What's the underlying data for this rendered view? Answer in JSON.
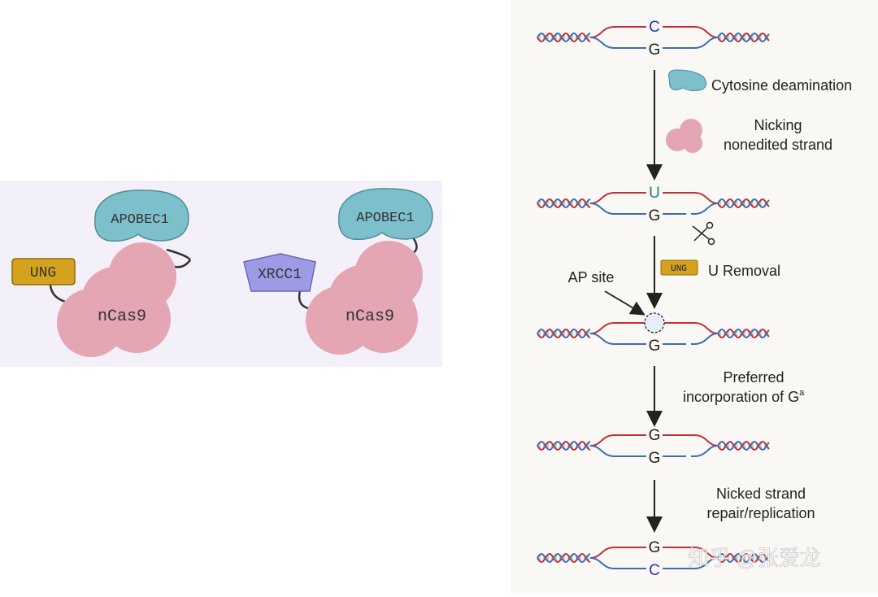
{
  "constructs": [
    {
      "deaminase": "APOBEC1",
      "repair_protein": "UNG",
      "nickase": "nCas9"
    },
    {
      "deaminase": "APOBEC1",
      "repair_protein": "XRCC1",
      "nickase": "nCas9"
    }
  ],
  "colors": {
    "apobec": "#7ebfcc",
    "cas9": "#e3a6b2",
    "ung": "#d4a21d",
    "xrcc1": "#9e9be6",
    "top_strand": "#c0303b",
    "bottom_strand": "#3a6fb0",
    "base_c": "#2b2bd0",
    "base_u": "#1a8080",
    "base_g": "#222222",
    "arrow": "#222222"
  },
  "workflow": {
    "stages": [
      {
        "top_base": "C",
        "bottom_base": "G"
      },
      {
        "top_base": "U",
        "bottom_base": "G"
      },
      {
        "top_base": "",
        "bottom_base": "G"
      },
      {
        "top_base": "G",
        "bottom_base": "G"
      },
      {
        "top_base": "G",
        "bottom_base": "C"
      }
    ],
    "steps": {
      "cytosine_deamination": "Cytosine deamination",
      "nicking_line1": "Nicking",
      "nicking_line2": "nonedited strand",
      "ung_label": "UNG",
      "u_removal": "U Removal",
      "ap_site": "AP site",
      "preferred_line1": "Preferred",
      "preferred_line2": "incorporation of G",
      "preferred_sup": "a",
      "repair_line1": "Nicked strand",
      "repair_line2": "repair/replication"
    }
  },
  "watermark": "知乎 @张爱龙"
}
